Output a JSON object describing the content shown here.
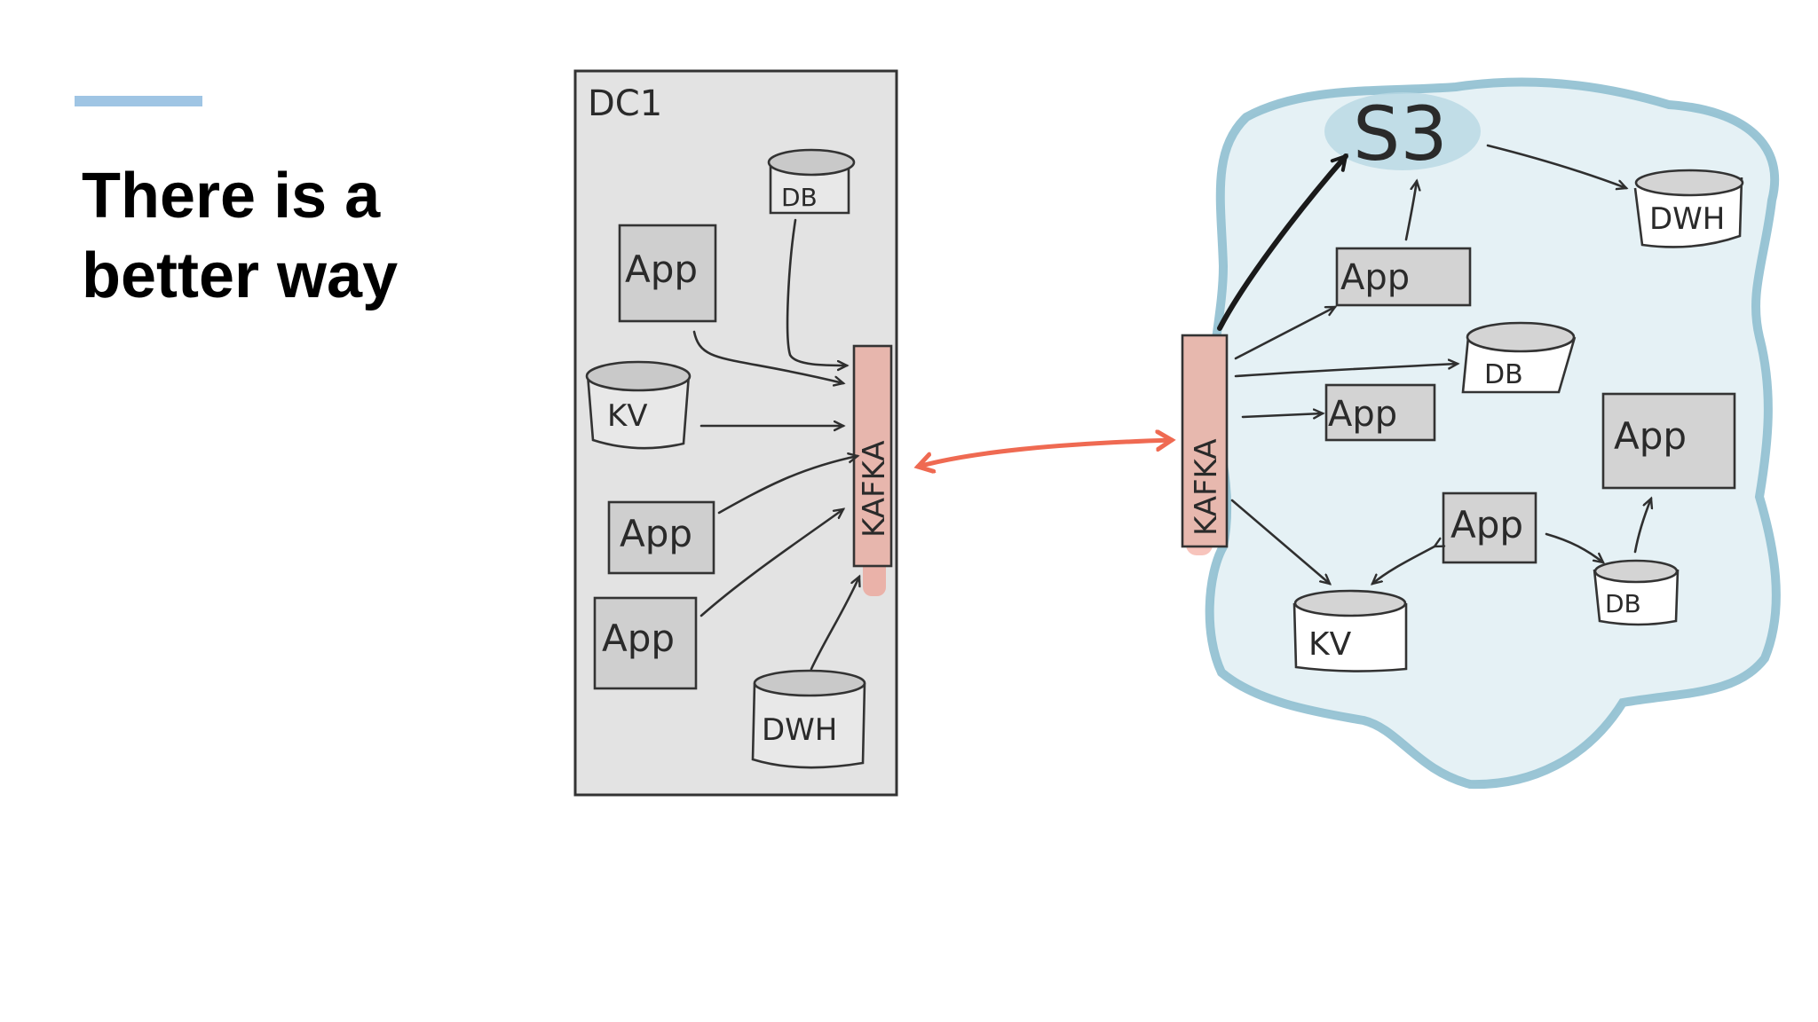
{
  "slide": {
    "title_line1": "There is a",
    "title_line2": "better way",
    "accent_color": "#9fc5e4"
  },
  "diagram": {
    "dc1": {
      "label": "DC1",
      "kafka_label": "KAFKA",
      "app_labels": [
        "App",
        "App",
        "App"
      ],
      "db_label": "DB",
      "kv_label": "KV",
      "dwh_label": "DWH"
    },
    "cloud": {
      "s3_label": "S3",
      "kafka_label": "KAFKA",
      "app_labels": [
        "App",
        "App",
        "App",
        "App"
      ],
      "db_labels": [
        "DB",
        "DB"
      ],
      "kv_label": "KV",
      "dwh_label": "DWH"
    },
    "colors": {
      "dc_fill": "#e3e3e3",
      "box_fill": "#cfcfcf",
      "kafka_highlight": "#f08a7a",
      "link_arrow": "#ef6a52",
      "cloud": "#8fbfd0"
    }
  }
}
